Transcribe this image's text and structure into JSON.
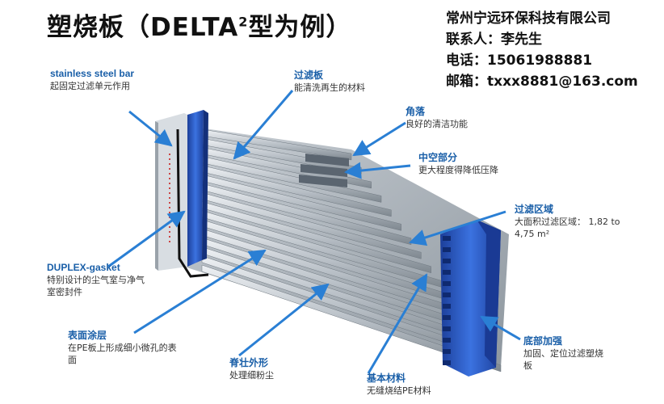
{
  "title": {
    "main": "塑烧板（DELTA",
    "sup": "2",
    "tail": "型为例）"
  },
  "company": {
    "name": "常州宁远环保科技有限公司",
    "contact": "联系人：李先生",
    "phone": "电话：15061988881",
    "email": "邮箱：txxx8881@163.com"
  },
  "labels": {
    "steel_bar": {
      "title": "stainless steel bar",
      "desc": "起固定过滤单元作用"
    },
    "filter_plate": {
      "title": "过滤板",
      "desc": "能清洗再生的材料"
    },
    "corner": {
      "title": "角落",
      "desc": "良好的清洁功能"
    },
    "hollow": {
      "title": "中空部分",
      "desc": "更大程度得降低压降"
    },
    "filter_area": {
      "title": "过滤区域",
      "desc1": "大面积过滤区域：  1,82 to",
      "desc2": "4,75 m²"
    },
    "gasket": {
      "title": "DUPLEX-gasket",
      "desc1": "特别设计的尘气室与净气",
      "desc2": "室密封件"
    },
    "coating": {
      "title": "表面涂层",
      "desc1": "在PE板上形成细小微孔的表",
      "desc2": "面"
    },
    "ridge": {
      "title": "脊壮外形",
      "desc": "处理细粉尘"
    },
    "base_material": {
      "title": "基本材料",
      "desc": "无缝烧结PE材料"
    },
    "bottom": {
      "title": "底部加强",
      "desc1": "加固、定位过滤塑烧",
      "desc2": "板"
    }
  },
  "colors": {
    "accent": "#1a5fa8",
    "frame_blue": "#2a5fcf",
    "arrow": "#2a7fd4",
    "plate_grey": "#b8bec4"
  }
}
